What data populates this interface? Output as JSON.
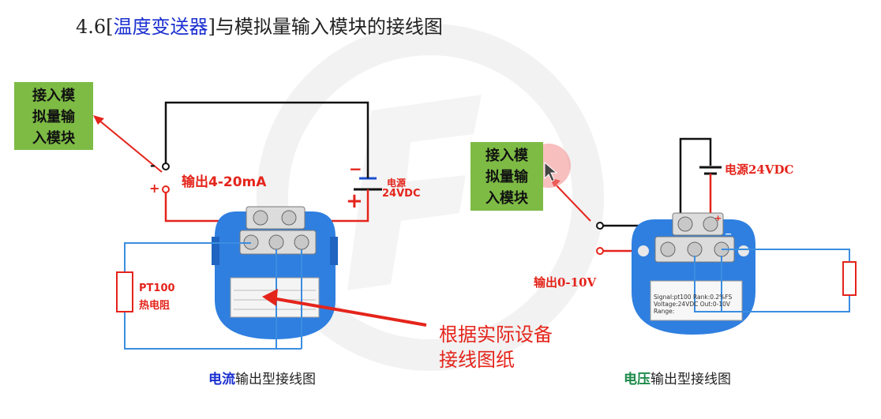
{
  "slide": {
    "title_prefix": "4.6[",
    "title_highlight": "温度变送器",
    "title_suffix": "]与模拟量输入模块的接线图"
  },
  "left_diagram": {
    "module_box_lines": [
      "接入模",
      "拟量输",
      "入模块"
    ],
    "minus_sign": "-",
    "plus_sign": "+",
    "output_label": "输出4-20mA",
    "battery_minus": "−",
    "battery_plus": "+",
    "power_label_line1": "电源",
    "power_label_line2": "24VDC",
    "sensor_label_line1": "PT100",
    "sensor_label_line2": "热电阻",
    "caption_highlight": "电流",
    "caption_rest": "输出型接线图"
  },
  "note": {
    "line1": "根据实际设备",
    "line2": "接线图纸"
  },
  "right_diagram": {
    "module_box_lines": [
      "接入模",
      "拟量输",
      "入模块"
    ],
    "power_label": "电源24VDC",
    "output_label": "输出0-10V",
    "device_plus": "+",
    "device_minus": "−",
    "label_signal": "Signal:pt100",
    "label_rank": "Rank:0.2%FS",
    "label_voltage": "Voltage:24VDC",
    "label_out": "Out:0-10V",
    "label_range": "Range:",
    "caption_highlight": "电压",
    "caption_rest": "输出型接线图"
  },
  "colors": {
    "wire_red": "#e4241b",
    "wire_black": "#111111",
    "wire_blue": "#3b8de0",
    "device_blue": "#2f7fe0",
    "box_green": "#7dbb45",
    "title_blue": "#1a2fd0",
    "caption_left_blue": "#1a2fd0",
    "caption_right_green": "#1d8a4a"
  }
}
